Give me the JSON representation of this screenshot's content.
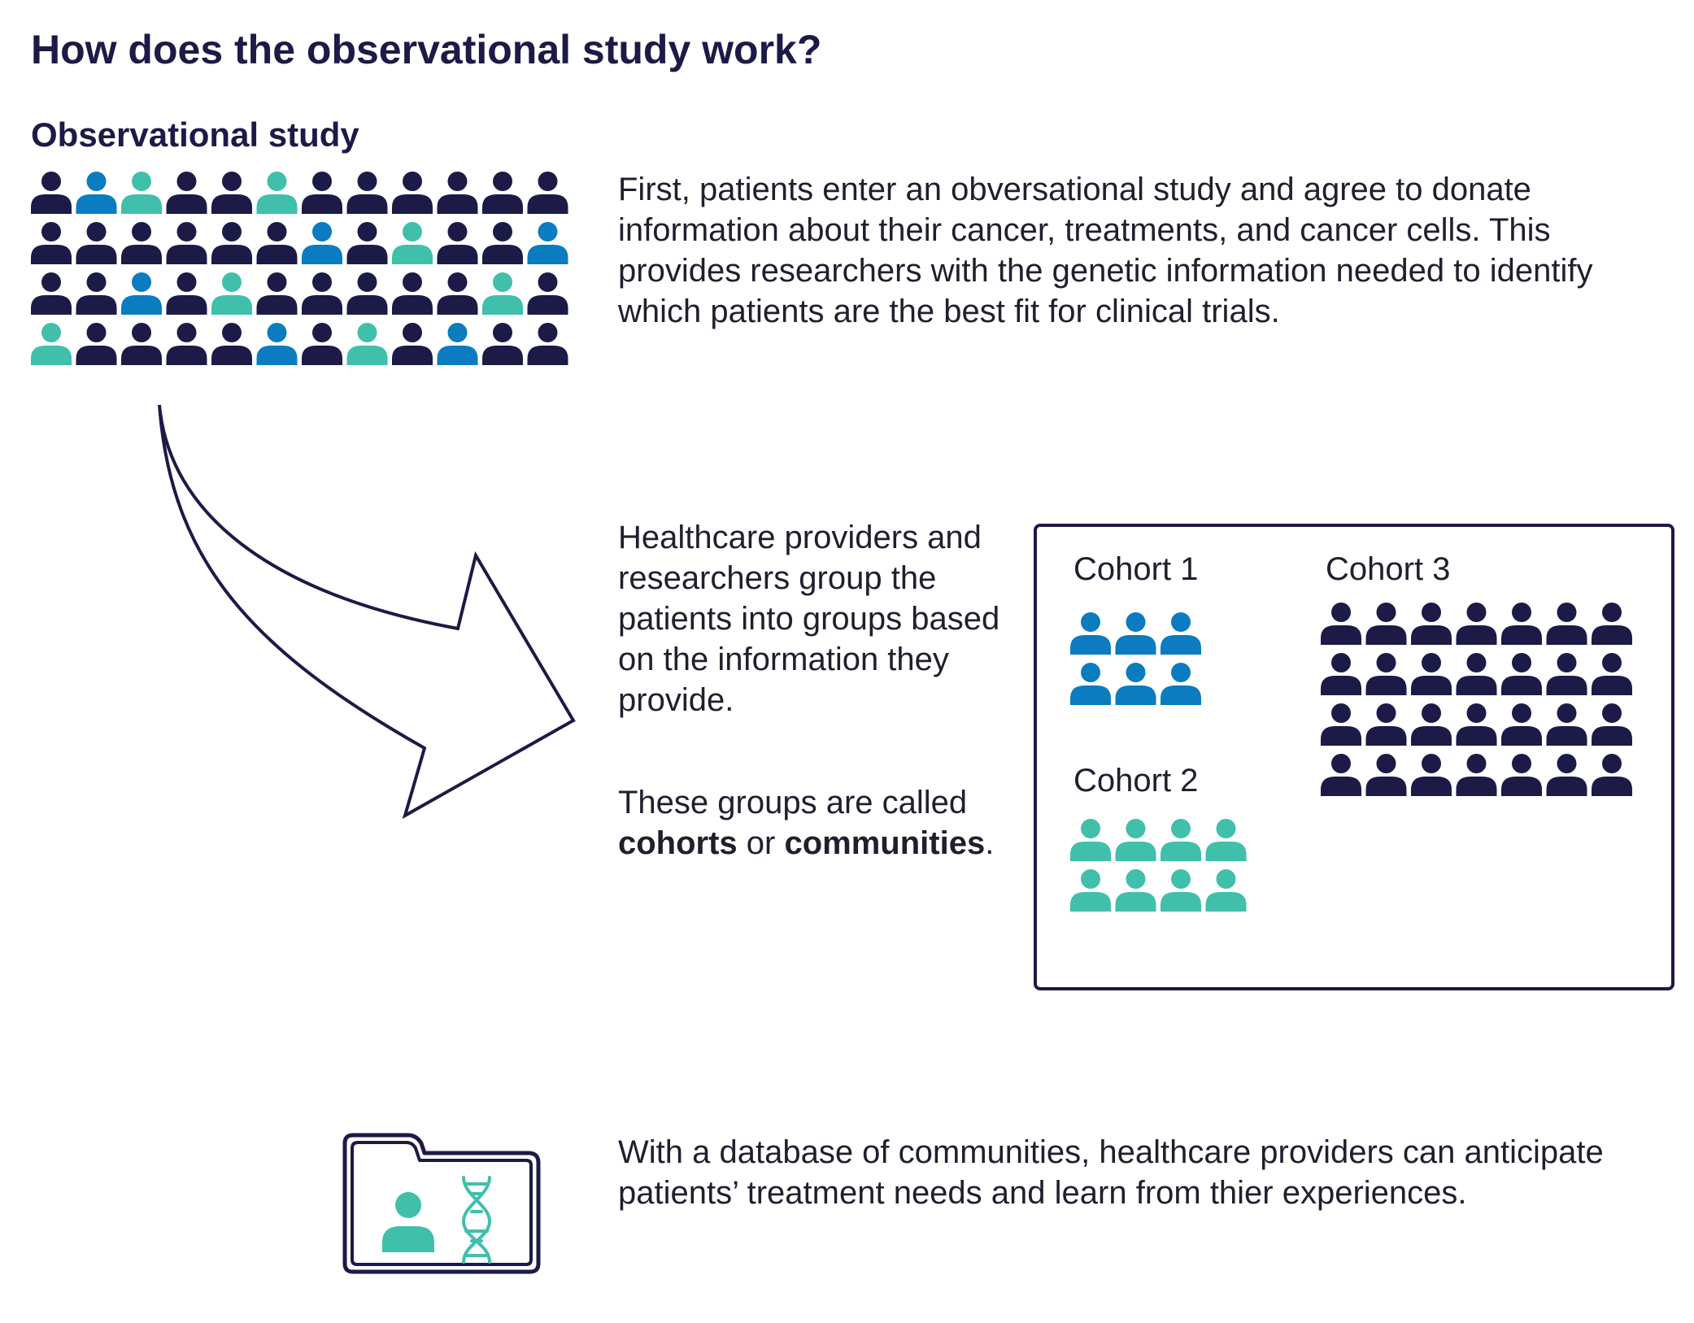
{
  "title": "How does the observational study work?",
  "section_label": "Observational study",
  "step1_text": "First, patients enter an obversational study and agree to donate information about their cancer, treatments, and cancer cells. This provides researchers with the genetic information needed to identify which patients are the best fit for clinical trials.",
  "step2_text": "Healthcare providers and researchers group the patients into groups based on the information they provide.",
  "step2_note": {
    "prefix": "These groups are called ",
    "term1": "cohorts",
    "middle": " or ",
    "term2": "communities",
    "suffix": "."
  },
  "step3_text": "With a database of communities, healthcare providers can anticipate patients’ treatment needs and learn from thier experiences.",
  "cohorts": [
    {
      "label": "Cohort 1",
      "count": 6,
      "color": "#0a7cbf"
    },
    {
      "label": "Cohort 2",
      "count": 8,
      "color": "#40bfab"
    },
    {
      "label": "Cohort 3",
      "count": 28,
      "color": "#1c1a47"
    }
  ],
  "colors": {
    "navy": "#1c1a47",
    "blue": "#0a7cbf",
    "teal": "#40bfab"
  },
  "population_grid": [
    [
      "n",
      "b",
      "t",
      "n",
      "n",
      "t",
      "n",
      "n",
      "n",
      "n",
      "n",
      "n"
    ],
    [
      "n",
      "n",
      "n",
      "n",
      "n",
      "n",
      "b",
      "n",
      "t",
      "n",
      "n",
      "b"
    ],
    [
      "n",
      "n",
      "b",
      "n",
      "t",
      "n",
      "n",
      "n",
      "n",
      "n",
      "t",
      "n"
    ],
    [
      "t",
      "n",
      "n",
      "n",
      "n",
      "b",
      "n",
      "t",
      "n",
      "b",
      "n",
      "n"
    ]
  ],
  "icons": {
    "population": "person-icon",
    "arrow": "curved-arrow-icon",
    "database": "folder-icon",
    "patient": "person-icon",
    "genetics": "dna-icon"
  }
}
